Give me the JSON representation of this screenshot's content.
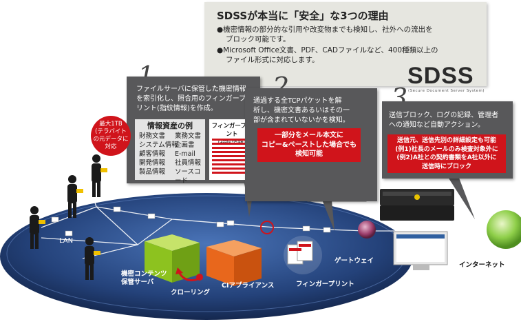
{
  "reasons": {
    "title": "SDSSが本当に「安全」な3つの理由",
    "bullet1": "●機密情報の部分的な引用や改変物までも検知し、社外への流出を",
    "bullet1b": "ブロック可能です。",
    "bullet2": "●Microsoft Office文書、PDF、CADファイルなど、400種類以上の",
    "bullet2b": "ファイル形式に対応します。"
  },
  "logo": {
    "name": "SDSS",
    "tagline": "(Secure Document Server System)"
  },
  "step1": {
    "number": "1.",
    "desc_lines": [
      "ファイルサーバに保管した機密情報",
      "を索引化し、照合用のフィンガープ",
      "リント(指紋情報)を作成。"
    ],
    "assets_title": "情報資産の例",
    "assets_col1": [
      "財務文書",
      "システム情報",
      "顧客情報",
      "開発情報",
      "製品情報"
    ],
    "assets_col2": [
      "業務文書",
      "企画書",
      "E-mail",
      "社員情報",
      "ソースコード"
    ],
    "fingerprint_title": "フィンガープリント",
    "fingerprint_sub": "(指紋情報)"
  },
  "badge": {
    "lines": [
      "最大1TB",
      "(テラバイト",
      "の元データに",
      "対応"
    ]
  },
  "step2": {
    "number": "2.",
    "desc_lines": [
      "通過する全TCPパケットを解",
      "析し、機密文書あるいはその一",
      "部が含まれていないかを検知。"
    ],
    "red_lines": [
      "一部分をメール本文に",
      "コピー&ペーストした場合でも",
      "検知可能"
    ]
  },
  "step3": {
    "number": "3.",
    "desc_lines": [
      "送信ブロック、ログの記録、管理者",
      "への通知など自動アクション。"
    ],
    "red_lines": [
      "送信元、送信先別の詳細設定も可能",
      "(例1)社長のメールのみ検査対象外に",
      "(例2)A社との契約書類をA社以外に",
      "送信時にブロック"
    ]
  },
  "labels": {
    "lan": "LAN",
    "server": "機密コンテンツ",
    "server2": "保管サーバ",
    "crawling": "クローリング",
    "appliance": "CIアプライアンス",
    "fingerprint": "フィンガープリント",
    "gateway": "ゲートウェイ",
    "internet": "インターネット"
  },
  "colors": {
    "panel_gray": "#58585a",
    "accent_red": "#d0141b",
    "network_blue": "#2d4f86",
    "server_green": "#8dc21f",
    "appliance_orange": "#e8671c"
  }
}
